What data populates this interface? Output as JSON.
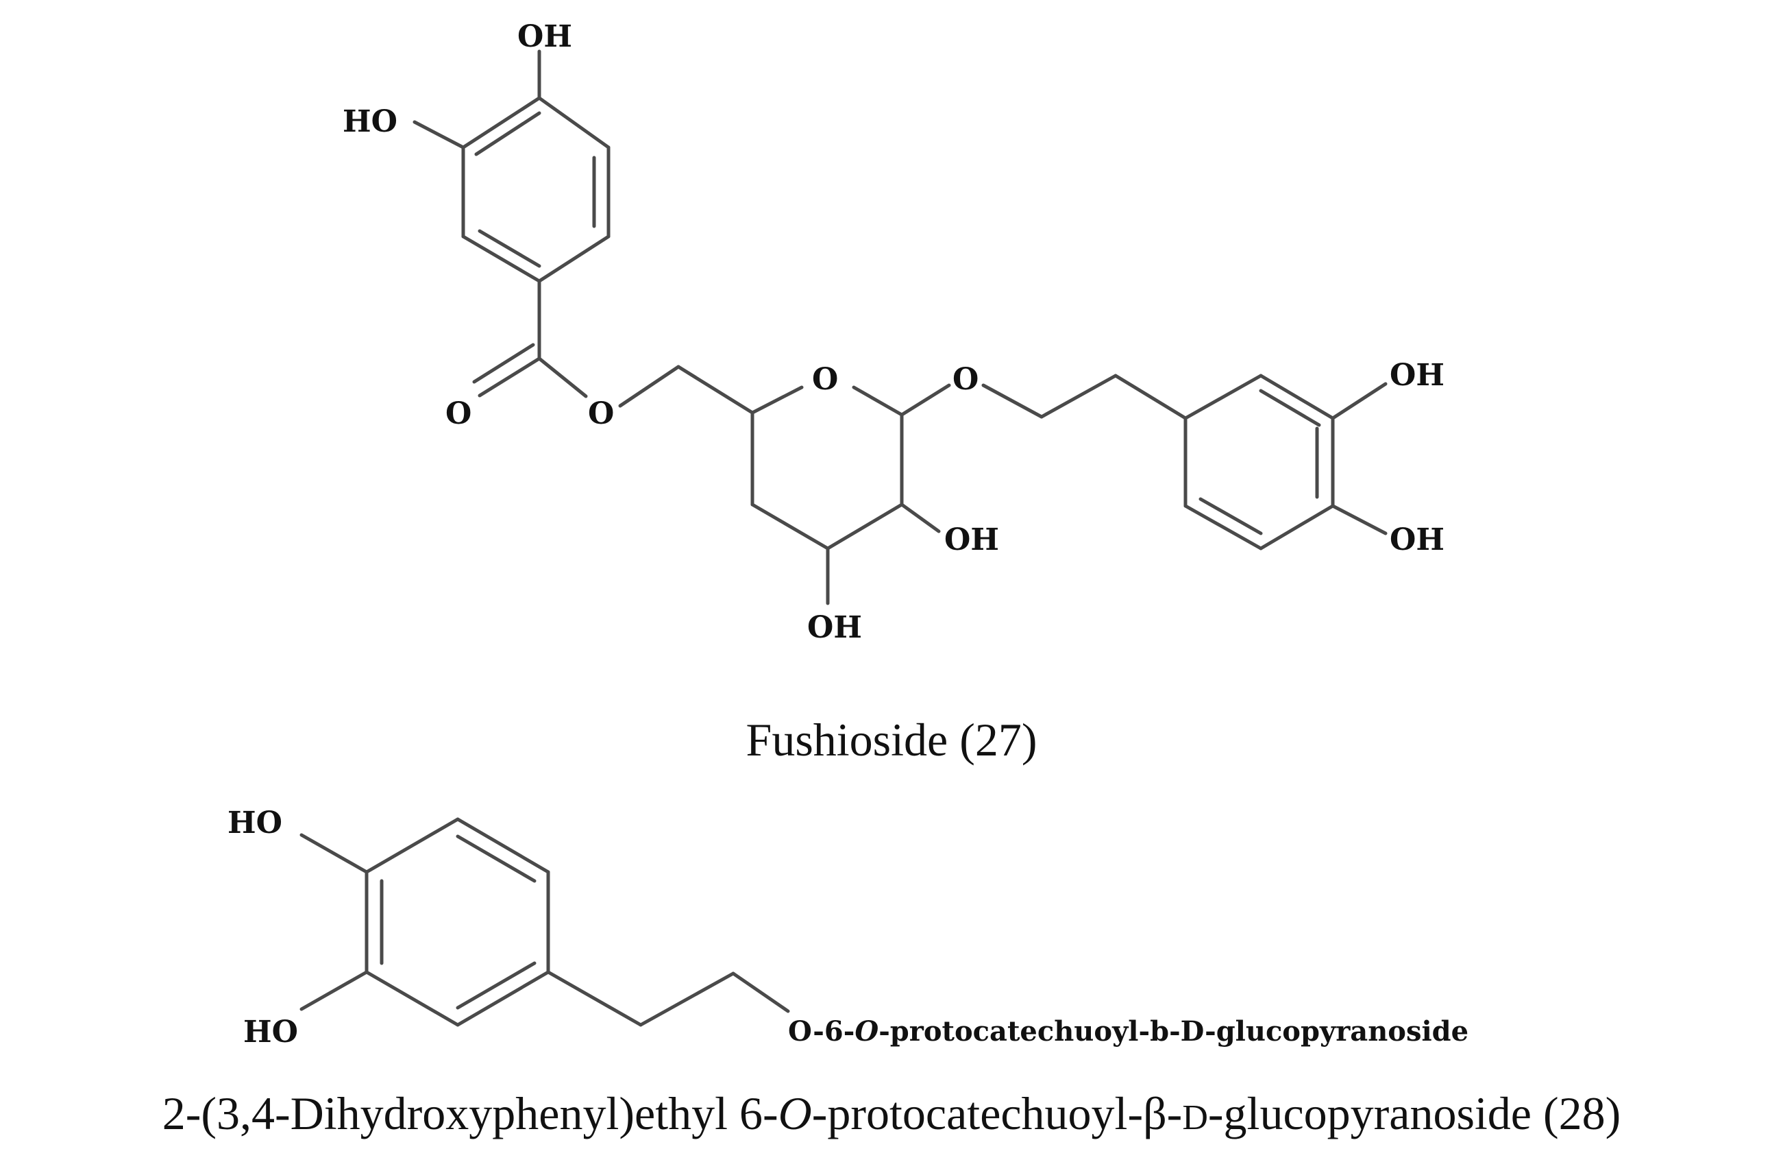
{
  "compound1": {
    "caption": "Fushioside (27)",
    "labels": {
      "oh_top": "OH",
      "ho_left": "HO",
      "carbonyl_o": "O",
      "ester_o": "O",
      "ring_o": "O",
      "glyco_o": "O",
      "oh_c2": "OH",
      "oh_c3": "OH",
      "oh_right_top": "OH",
      "oh_right_bottom": "OH"
    }
  },
  "compound2": {
    "caption_parts": {
      "a": "2-(3,4-Dihydroxyphenyl)ethyl 6-",
      "b": "O",
      "c": "-protocatechuoyl-β-",
      "d": "D",
      "e": "-glucopyranoside (28)"
    },
    "labels": {
      "ho_top": "HO",
      "ho_bottom": "HO",
      "substituent_a": "O-6-",
      "substituent_b": "O",
      "substituent_c": "-protocatechuoyl-b-D-glucopyranoside"
    }
  }
}
